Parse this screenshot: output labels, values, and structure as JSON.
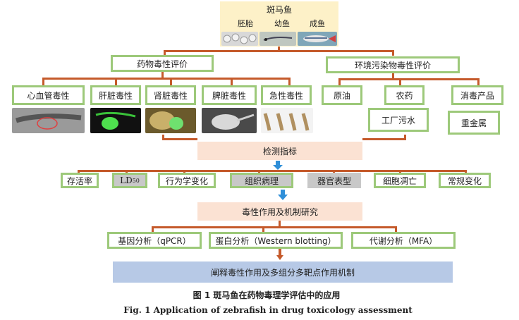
{
  "top": {
    "title": "斑马鱼",
    "stages": [
      "胚胎",
      "幼鱼",
      "成鱼"
    ]
  },
  "branches": {
    "drug": "药物毒性评价",
    "env": "环境污染物毒性评价"
  },
  "drug_items": [
    "心血管毒性",
    "肝脏毒性",
    "肾脏毒性",
    "脾脏毒性",
    "急性毒性"
  ],
  "env_items": {
    "crude_oil": "原油",
    "pesticide": "农药",
    "disinfection": "消毒产品",
    "factory_water": "工厂污水",
    "heavy_metal": "重金属"
  },
  "detection": "检测指标",
  "indicators": [
    "存活率",
    "LD",
    "50",
    "行为学变化",
    "组织病理",
    "器官表型",
    "细胞凋亡",
    "常规变化"
  ],
  "mechanism": "毒性作用及机制研究",
  "analyses": [
    "基因分析（qPCR）",
    "蛋白分析（Western blotting）",
    "代谢分析（MFA）"
  ],
  "conclusion": "阐释毒性作用及多组分多靶点作用机制",
  "caption": {
    "cn": "图 1   斑马鱼在药物毒理学评估中的应用",
    "en": "Fig. 1    Application of zebrafish in drug toxicology assessment"
  },
  "colors": {
    "connector": "#c55a2b",
    "arrow": "#2f8fd8",
    "box_border": "#9dc97a",
    "peach": "#fbe2d3",
    "cream": "#fdf1c8",
    "gray": "#c8c8c8",
    "blue": "#b7c9e6"
  }
}
